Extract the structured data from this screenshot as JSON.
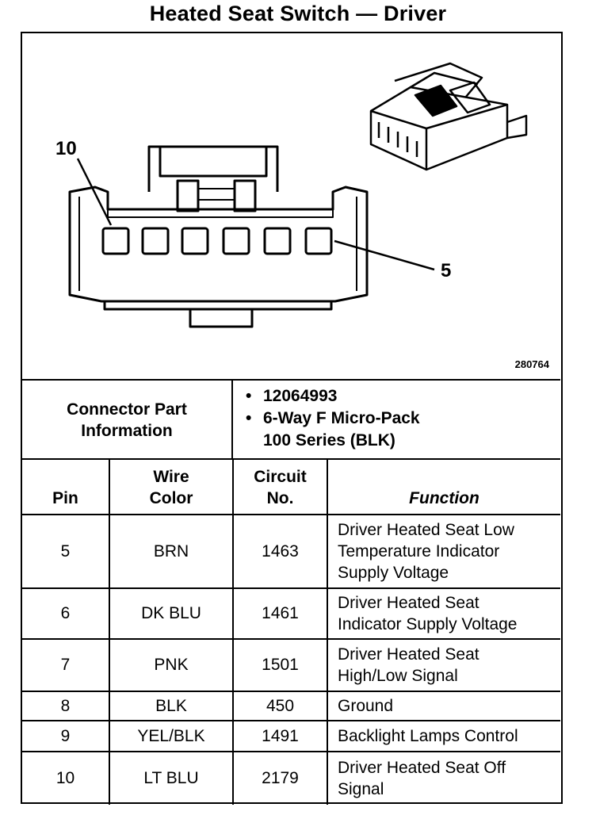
{
  "title": "Heated Seat Switch — Driver",
  "figure": {
    "id": "280764",
    "pin_label_left": "10",
    "pin_label_right": "5"
  },
  "connector": {
    "label_line1": "Connector Part",
    "label_line2": "Information",
    "part_number": "12064993",
    "description_line1": "6-Way F Micro-Pack",
    "description_line2": "100 Series (BLK)"
  },
  "table": {
    "headers": {
      "pin": "Pin",
      "wire_line1": "Wire",
      "wire_line2": "Color",
      "circuit_line1": "Circuit",
      "circuit_line2": "No.",
      "function": "Function"
    },
    "rows": [
      {
        "pin": "5",
        "color": "BRN",
        "circuit": "1463",
        "f1": "Driver Heated Seat Low",
        "f2": "Temperature Indicator",
        "f3": "Supply Voltage"
      },
      {
        "pin": "6",
        "color": "DK BLU",
        "circuit": "1461",
        "f1": "Driver Heated Seat",
        "f2": "Indicator Supply Voltage",
        "f3": ""
      },
      {
        "pin": "7",
        "color": "PNK",
        "circuit": "1501",
        "f1": "Driver Heated Seat",
        "f2": "High/Low Signal",
        "f3": ""
      },
      {
        "pin": "8",
        "color": "BLK",
        "circuit": "450",
        "f1": "Ground",
        "f2": "",
        "f3": ""
      },
      {
        "pin": "9",
        "color": "YEL/BLK",
        "circuit": "1491",
        "f1": "Backlight Lamps Control",
        "f2": "",
        "f3": ""
      },
      {
        "pin": "10",
        "color": "LT BLU",
        "circuit": "2179",
        "f1": "Driver Heated Seat Off",
        "f2": "Signal",
        "f3": ""
      }
    ]
  }
}
